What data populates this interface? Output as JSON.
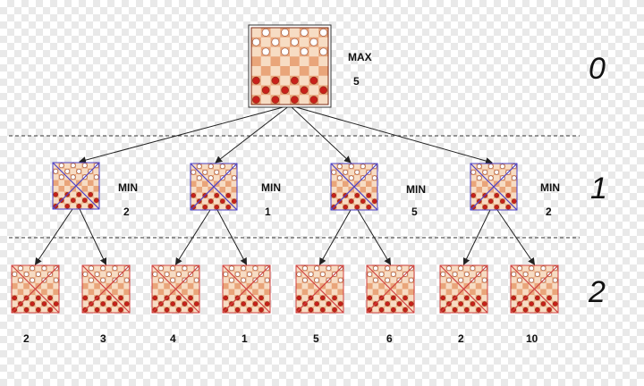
{
  "levels": [
    "0",
    "1",
    "2"
  ],
  "root": {
    "label": "MAX",
    "value": "5"
  },
  "level1": [
    {
      "label": "MIN",
      "value": "2"
    },
    {
      "label": "MIN",
      "value": "1"
    },
    {
      "label": "MIN",
      "value": "5"
    },
    {
      "label": "MIN",
      "value": "2"
    }
  ],
  "leaves": [
    "2",
    "3",
    "4",
    "1",
    "5",
    "6",
    "2",
    "10"
  ],
  "colors": {
    "board_light": "#f7dcc3",
    "board_dark": "#e9a57a",
    "piece_red": "#c8201a",
    "piece_white": "#ffffff",
    "cross_blue": "#4a40c8",
    "cross_red": "#d04040",
    "line": "#222222"
  }
}
